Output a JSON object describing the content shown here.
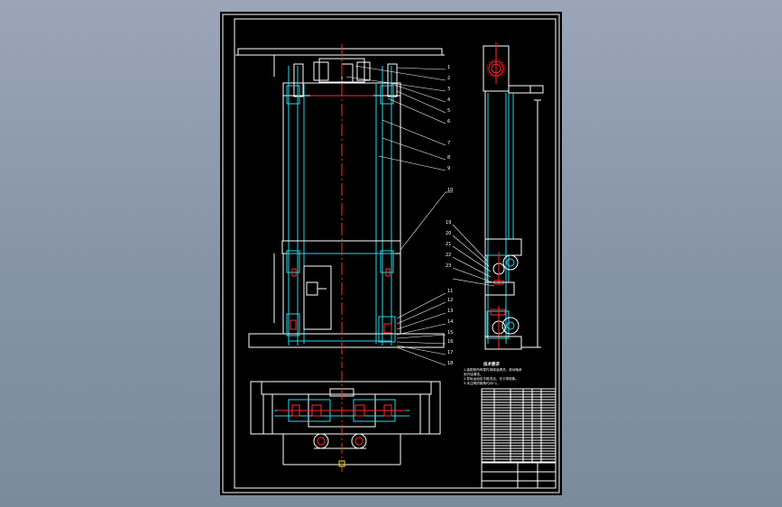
{
  "sheet": {
    "technical_requirements": {
      "title": "技术要求",
      "lines": [
        "1.装配前所有零件用煤油清洗，滚动轴承",
        "用汽油清洗。",
        "2.导轨运动应平稳灵活，无卡滞现象。",
        "3.未注明的倒角均为C1。"
      ]
    },
    "part_numbers": [
      "1",
      "2",
      "3",
      "4",
      "5",
      "6",
      "7",
      "8",
      "9",
      "10",
      "11",
      "12",
      "13",
      "14",
      "15",
      "16",
      "17",
      "18",
      "19",
      "20",
      "21",
      "22",
      "23"
    ]
  },
  "colors": {
    "background": "#8a97aa",
    "sheet": "#000000",
    "outline": "#ffffff",
    "cyan": "#29d6e6",
    "centerline": "#ff2a2a",
    "highlight": "#e6e600"
  }
}
